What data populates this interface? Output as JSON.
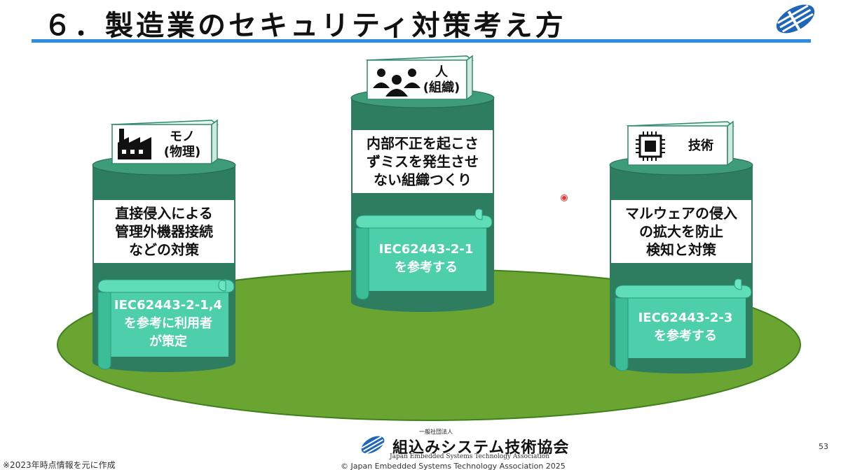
{
  "slide": {
    "title": "６．製造業のセキュリティ対策考え方",
    "page_number": "53"
  },
  "colors": {
    "title_rule": "#2e8fe0",
    "ground": "#6aa531",
    "pillar": "#2e7d60",
    "pillar_top": "#3e9c78",
    "scroll": "#4ccfaa",
    "label_box": "#ffffff"
  },
  "pillars": [
    {
      "id": "thing",
      "icon": "factory-icon",
      "label_lines": [
        "モノ",
        "(物理)"
      ],
      "text_lines": [
        "直接侵入による",
        "管理外機器接続",
        "などの対策"
      ],
      "scroll_lines": [
        "IEC62443-2-1,4",
        "を参考に利用者",
        "が策定"
      ]
    },
    {
      "id": "people",
      "icon": "people-icon",
      "label_lines": [
        "人",
        "(組織)"
      ],
      "text_lines": [
        "内部不正を起こさ",
        "ずミスを発生させ",
        "ない組織つくり"
      ],
      "scroll_lines": [
        "IEC62443-2-1",
        "を参考する"
      ]
    },
    {
      "id": "tech",
      "icon": "chip-icon",
      "label_lines": [
        "技術"
      ],
      "text_lines": [
        "マルウェアの侵入",
        "の拡大を防止",
        "検知と対策"
      ],
      "scroll_lines": [
        "IEC62443-2-3",
        "を参考する"
      ]
    }
  ],
  "footer": {
    "org_small": "一般社団法人",
    "org_name": "組込みシステム技術協会",
    "org_english": "Japan Embedded Systems Technology Association",
    "note": "※2023年時点情報を元に作成",
    "copyright": "© Japan Embedded Systems Technology Association 2025"
  }
}
